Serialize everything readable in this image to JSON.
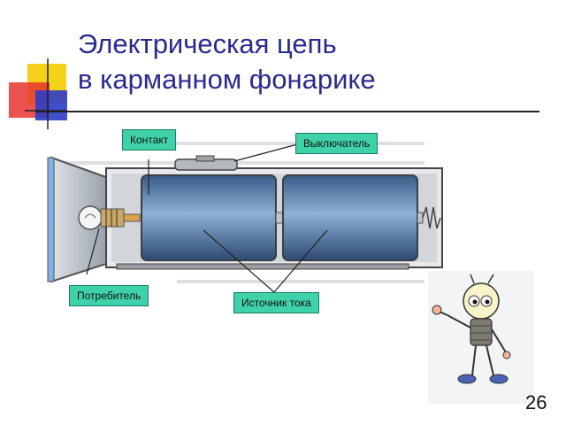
{
  "slide": {
    "title_line1": "Электрическая цепь",
    "title_line2": "в карманном фонарике",
    "labels": {
      "contact": "Контакт",
      "switch": "Выключатель",
      "consumer": "Потребитель",
      "source": "Источник тока"
    },
    "page_number": "26"
  },
  "colors": {
    "title": "#2a2a8c",
    "label_bg": "#3fd1a8",
    "deco_yellow": "#f5d21a",
    "deco_red": "#e8352f",
    "deco_blue": "#2d3cc8"
  },
  "icons": {
    "decor": "corner-squares",
    "illustration": "flashlight-cutaway",
    "mascot": "lightbulb-character"
  }
}
